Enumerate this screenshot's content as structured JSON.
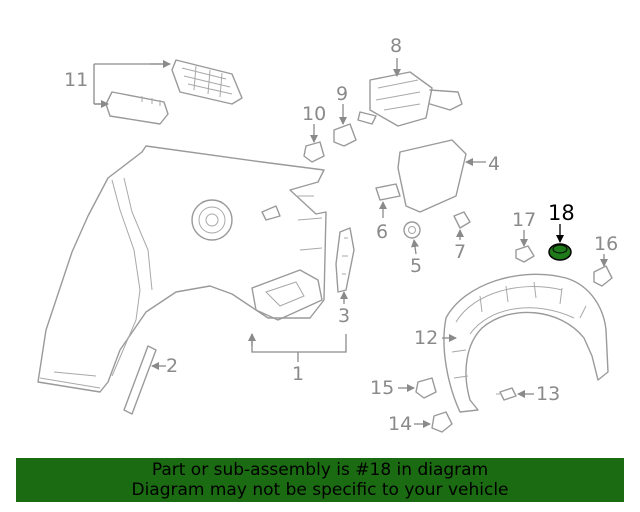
{
  "callouts": {
    "c1": "1",
    "c2": "2",
    "c3": "3",
    "c4": "4",
    "c5": "5",
    "c6": "6",
    "c7": "7",
    "c8": "8",
    "c9": "9",
    "c10": "10",
    "c11": "11",
    "c12": "12",
    "c13": "13",
    "c14": "14",
    "c15": "15",
    "c16": "16",
    "c17": "17",
    "c18": "18"
  },
  "highlight_part": "18",
  "colors": {
    "banner": "#1b6b12",
    "highlight_part": "#1f7a1a",
    "lines": "#8a8a8a"
  },
  "banner": {
    "line1": "Part or sub-assembly is #18 in diagram",
    "line2": "Diagram may not be specific to your vehicle"
  }
}
